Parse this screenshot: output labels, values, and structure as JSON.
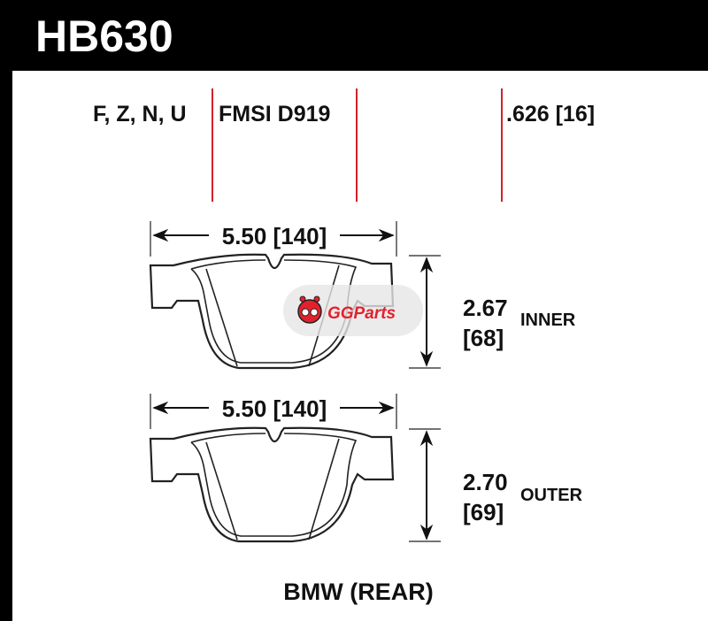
{
  "header": {
    "part_number": "HB630"
  },
  "specs": {
    "compounds": "F, Z, N, U",
    "fmsi": "FMSI D919",
    "thickness": ".626 [16]"
  },
  "inner_pad": {
    "width": "5.50 [140]",
    "height_in": "2.67",
    "height_mm": "[68]",
    "label": "INNER"
  },
  "outer_pad": {
    "width": "5.50 [140]",
    "height_in": "2.70",
    "height_mm": "[69]",
    "label": "OUTER"
  },
  "application": "BMW (REAR)",
  "watermark": {
    "text": "GGParts"
  },
  "colors": {
    "header_bg": "#000000",
    "divider_red": "#d3202a",
    "watermark_red": "#e3212d"
  }
}
